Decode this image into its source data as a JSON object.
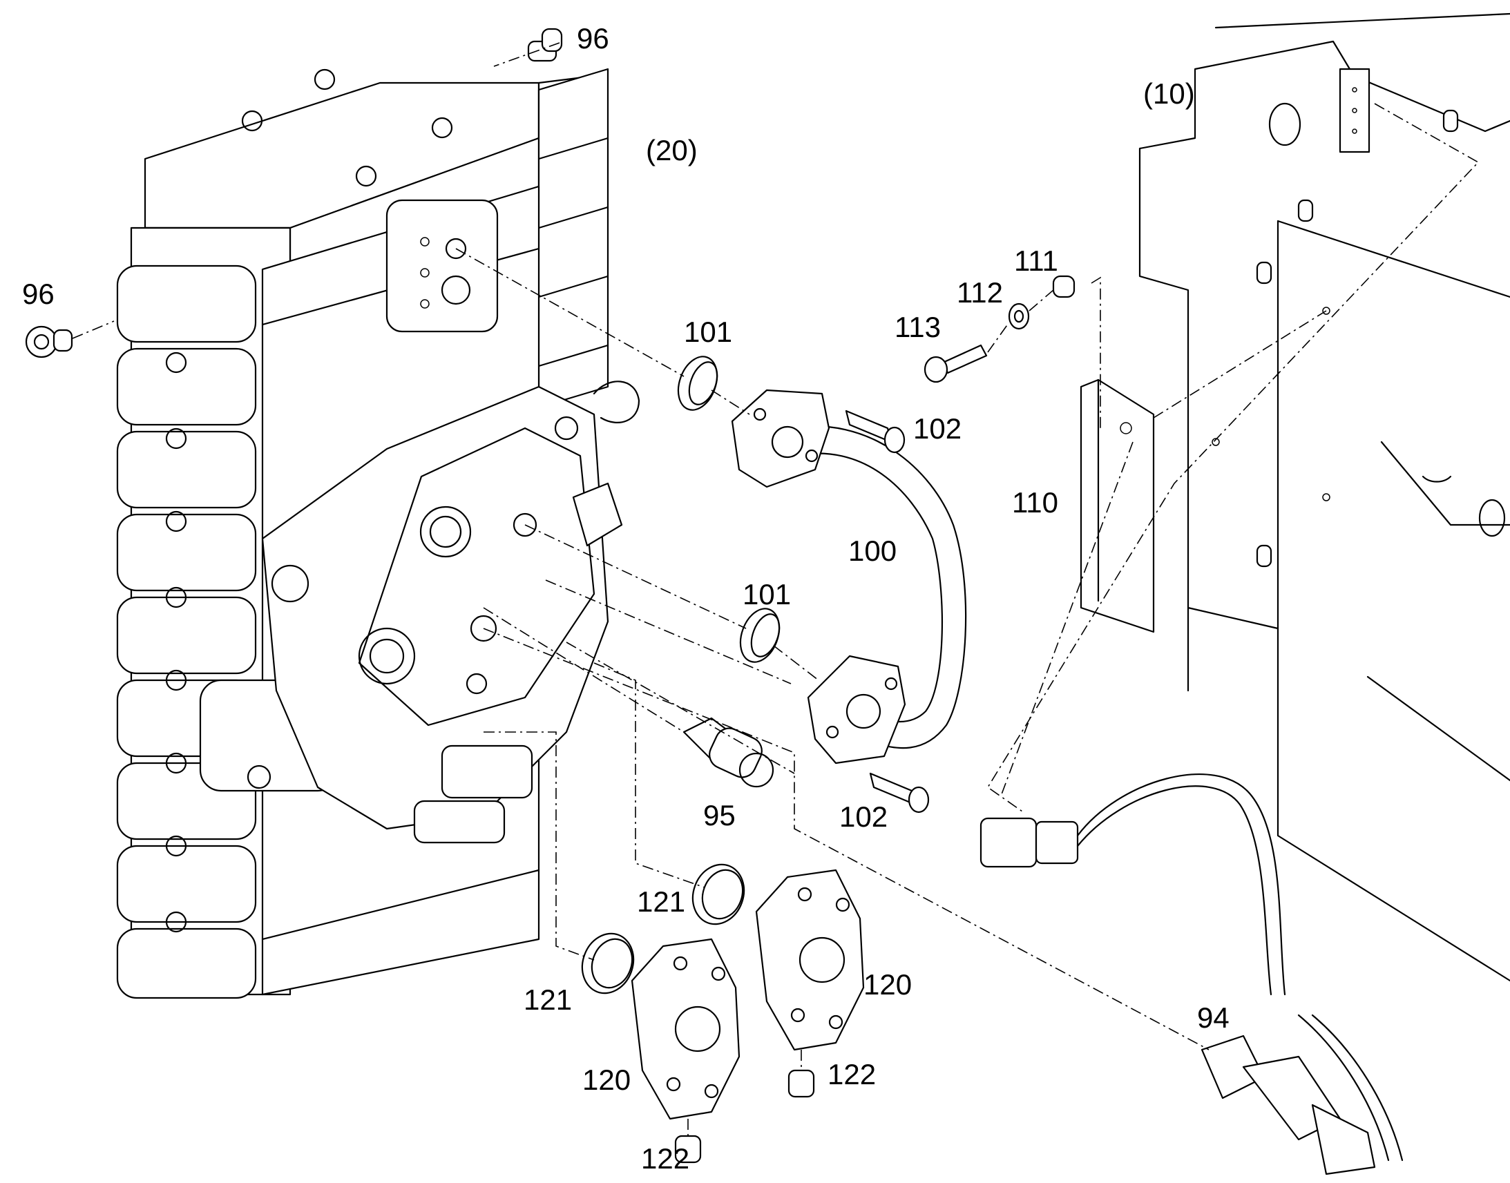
{
  "diagram": {
    "assembly_labels": {
      "plate": "(10)",
      "valve_block": "(20)"
    },
    "callouts": {
      "c96_top": "96",
      "c96_left": "96",
      "c101_top": "101",
      "c101_mid": "101",
      "c102_top": "102",
      "c102_bot": "102",
      "c100": "100",
      "c95": "95",
      "c110": "110",
      "c111": "111",
      "c112": "112",
      "c113": "113",
      "c121_right": "121",
      "c121_left": "121",
      "c120_right": "120",
      "c120_left": "120",
      "c122_right": "122",
      "c122_left": "122",
      "c94": "94"
    },
    "line_color": "#000000",
    "background": "#ffffff"
  }
}
